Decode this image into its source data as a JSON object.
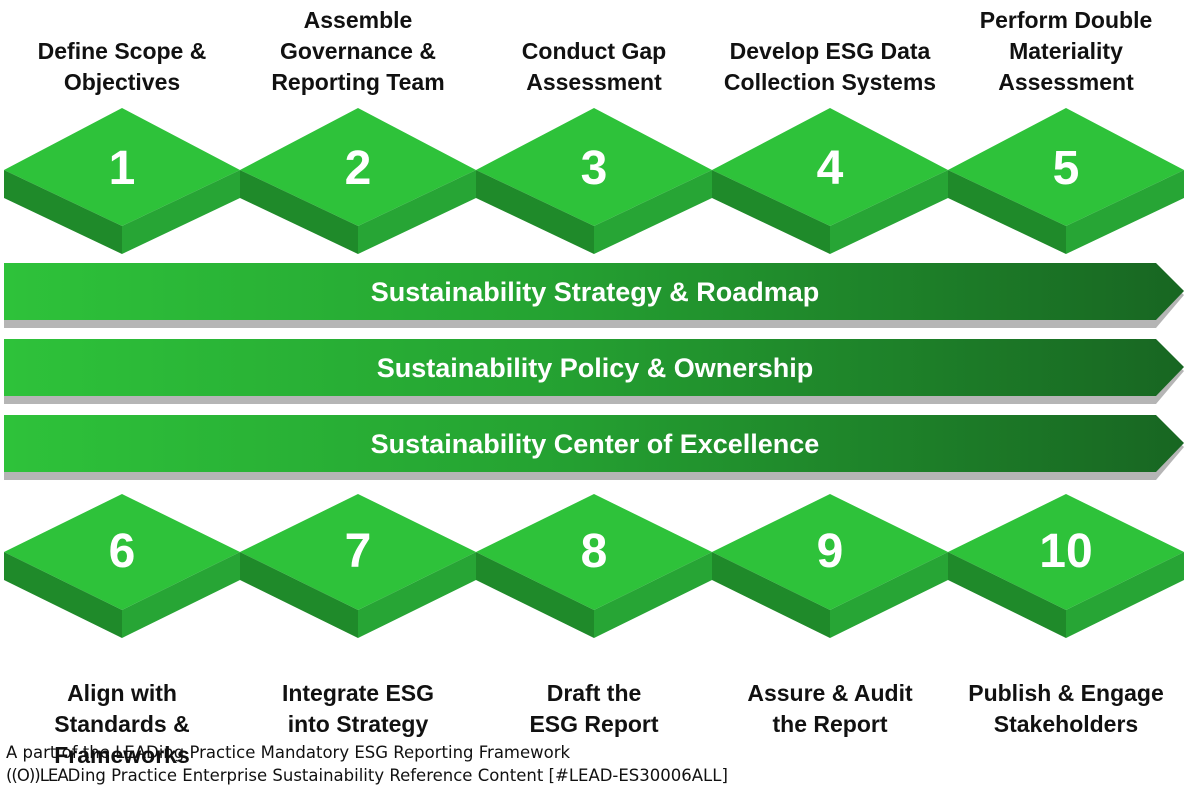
{
  "top_steps": [
    {
      "number": "1",
      "label": "Define Scope &\nObjectives"
    },
    {
      "number": "2",
      "label": "Assemble\nGovernance &\nReporting Team"
    },
    {
      "number": "3",
      "label": "Conduct Gap\nAssessment"
    },
    {
      "number": "4",
      "label": "Develop ESG Data\nCollection Systems"
    },
    {
      "number": "5",
      "label": "Perform Double\nMateriality\nAssessment"
    }
  ],
  "bands": [
    {
      "label": "Sustainability Strategy & Roadmap"
    },
    {
      "label": "Sustainability Policy & Ownership"
    },
    {
      "label": "Sustainability Center of Excellence"
    }
  ],
  "bottom_steps": [
    {
      "number": "6",
      "label": "Align with\nStandards &\nFrameworks"
    },
    {
      "number": "7",
      "label": "Integrate ESG\ninto Strategy"
    },
    {
      "number": "8",
      "label": "Draft the\nESG Report"
    },
    {
      "number": "9",
      "label": "Assure & Audit\nthe Report"
    },
    {
      "number": "10",
      "label": "Publish & Engage\nStakeholders"
    }
  ],
  "footer": {
    "line1": "A part of the LEADing Practice Mandatory ESG Reporting Framework",
    "logo_text": "((O))LEA",
    "line2": "Ding Practice Enterprise Sustainability Reference Content [#LEAD-ES30006ALL]"
  },
  "colors": {
    "tile_top": "#2ec23a",
    "tile_left": "#1f8a2a",
    "tile_right": "#27a535",
    "band_start": "#2ec23a",
    "band_end": "#1a6b24",
    "band_shadow": "#b5b5b5"
  }
}
